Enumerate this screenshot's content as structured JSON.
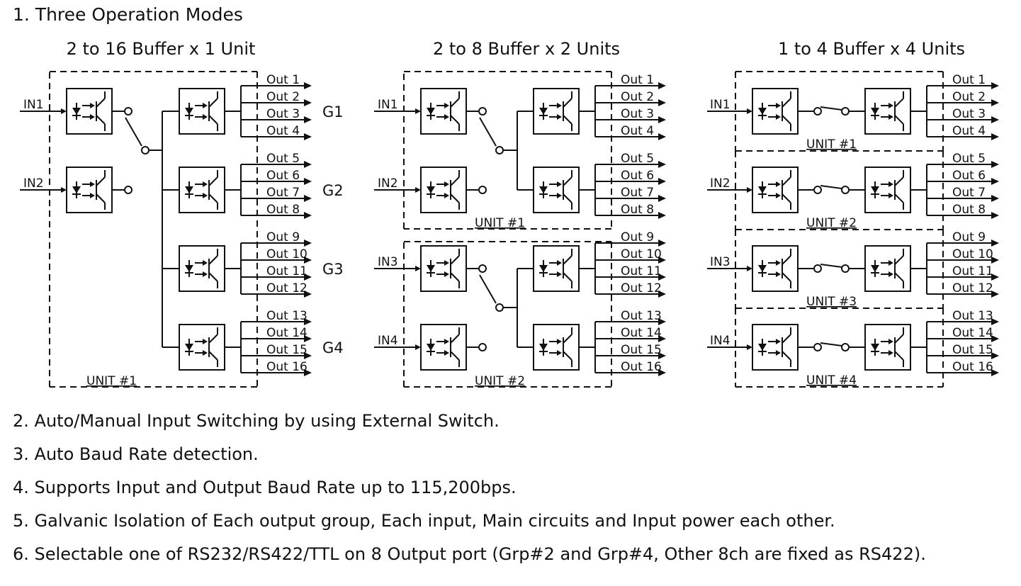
{
  "heading": "1. Three Operation Modes",
  "modes": [
    {
      "title": "2 to 16 Buffer x 1 Unit",
      "inputs": [
        "IN1",
        "IN2"
      ],
      "groups": [
        "G1",
        "G2",
        "G3",
        "G4"
      ],
      "units": [
        "UNIT #1"
      ]
    },
    {
      "title": "2 to 8 Buffer x 2 Units",
      "inputs": [
        "IN1",
        "IN2",
        "IN3",
        "IN4"
      ],
      "units": [
        "UNIT #1",
        "UNIT #2"
      ]
    },
    {
      "title": "1 to 4 Buffer x 4 Units",
      "inputs": [
        "IN1",
        "IN2",
        "IN3",
        "IN4"
      ],
      "units": [
        "UNIT #1",
        "UNIT #2",
        "UNIT #3",
        "UNIT #4"
      ]
    }
  ],
  "outputs": [
    "Out 1",
    "Out 2",
    "Out 3",
    "Out 4",
    "Out 5",
    "Out 6",
    "Out 7",
    "Out 8",
    "Out 9",
    "Out 10",
    "Out 11",
    "Out 12",
    "Out 13",
    "Out 14",
    "Out 15",
    "Out 16"
  ],
  "features": [
    "2. Auto/Manual Input Switching by using External Switch.",
    "3. Auto Baud Rate detection.",
    "4. Supports Input and Output Baud Rate up to 115,200bps.",
    "5. Galvanic Isolation of Each output group, Each input, Main circuits and Input power each other.",
    "6. Selectable one of RS232/RS422/TTL on 8 Output port (Grp#2 and Grp#4, Other 8ch are fixed as RS422)."
  ]
}
